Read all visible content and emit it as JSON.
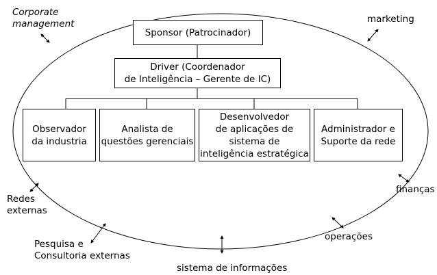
{
  "org": {
    "sponsor": "Sponsor (Patrocinador)",
    "driver": "Driver (Coordenador\nde Inteligência – Gerente de IC)",
    "roles": [
      "Observador\nda industria",
      "Analista de\nquestões gerenciais",
      "Desenvolvedor\nde aplicações de\nsistema de\ninteligência estratégica",
      "Administrador e\nSuporte da rede"
    ]
  },
  "environment": {
    "corporate_management": "Corporate\nmanagement",
    "marketing": "marketing",
    "financas": "finanças",
    "operacoes": "operações",
    "sistema_informacoes": "sistema de informações",
    "pesquisa": "Pesquisa e\nConsultoria externas",
    "redes": "Redes\nexternas"
  },
  "icons": {
    "arrow": "double-headed-arrow"
  }
}
